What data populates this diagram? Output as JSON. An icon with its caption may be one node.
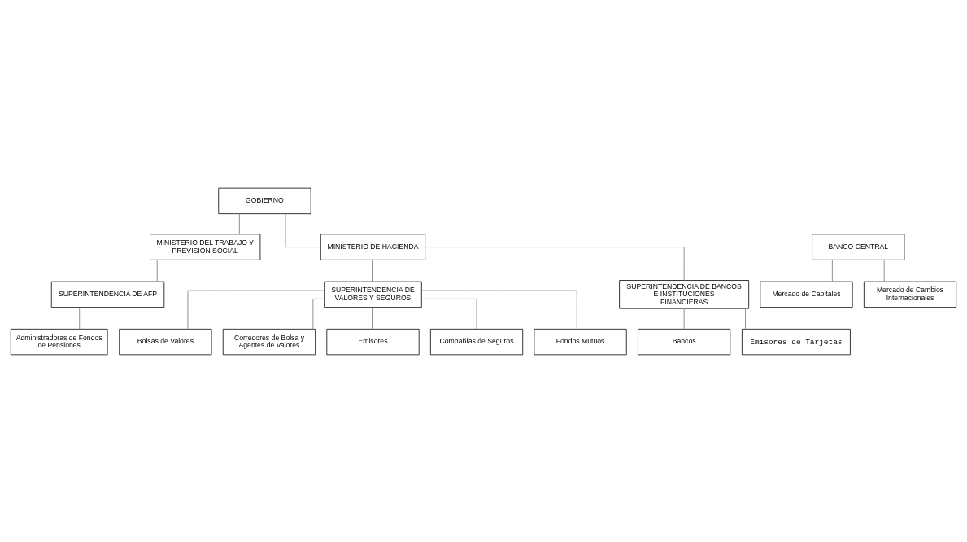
{
  "diagram": {
    "nodes": [
      {
        "text": [
          "GOBIERNO"
        ]
      },
      {
        "text": [
          "MINISTERIO DEL TRABAJO Y PREVISIÓN SOCIAL"
        ]
      },
      {
        "text": [
          "MINISTERIO DE HACIENDA"
        ]
      },
      {
        "text": [
          "BANCO CENTRAL"
        ]
      },
      {
        "text": [
          "SUPERINTENDENCIA DE AFP"
        ]
      },
      {
        "text": [
          "Administradoras de Fondos de Pensiones"
        ]
      },
      {
        "text": [
          "SUPERINTENDENCIA DE VALORES Y SEGUROS"
        ]
      },
      {
        "text": [
          "SUPERINTENDENCIA DE BANCOS E INSTITUCIONES FINANCIERAS"
        ]
      },
      {
        "text": [
          "Mercado de Capitales"
        ]
      },
      {
        "text": [
          "Mercado de Cambios Internacionales"
        ]
      },
      {
        "text": [
          "Bolsas de Valores"
        ]
      },
      {
        "text": [
          "Corredores de Bolsa y Agentes de Valores"
        ]
      },
      {
        "text": [
          "Emisores"
        ]
      },
      {
        "text": [
          "Compañías de Seguros"
        ]
      },
      {
        "text": [
          "Fondos Mutuos"
        ]
      },
      {
        "text": [
          "Bancos"
        ]
      },
      {
        "text": [
          "Emisores de Tarjetas"
        ]
      }
    ],
    "edges": [
      {
        "from": 0,
        "to": 1,
        "arrow": "none"
      },
      {
        "from": 0,
        "to": 2,
        "arrow": "none"
      },
      {
        "from": 1,
        "to": 4,
        "arrow": "none"
      },
      {
        "from": 4,
        "to": 5,
        "arrow": "none"
      },
      {
        "from": 2,
        "to": 6,
        "arrow": "none"
      },
      {
        "from": 2,
        "to": 7,
        "arrow": "none"
      },
      {
        "from": 3,
        "to": 8,
        "arrow": "none"
      },
      {
        "from": 3,
        "to": 9,
        "arrow": "none"
      },
      {
        "from": 6,
        "to": 10,
        "arrow": "none"
      },
      {
        "from": 6,
        "to": 11,
        "arrow": "none"
      },
      {
        "from": 6,
        "to": 12,
        "arrow": "none"
      },
      {
        "from": 6,
        "to": 13,
        "arrow": "none"
      },
      {
        "from": 6,
        "to": 14,
        "arrow": "none"
      },
      {
        "from": 7,
        "to": 15,
        "arrow": "none"
      },
      {
        "from": 7,
        "to": 16,
        "arrow": "none"
      }
    ]
  }
}
